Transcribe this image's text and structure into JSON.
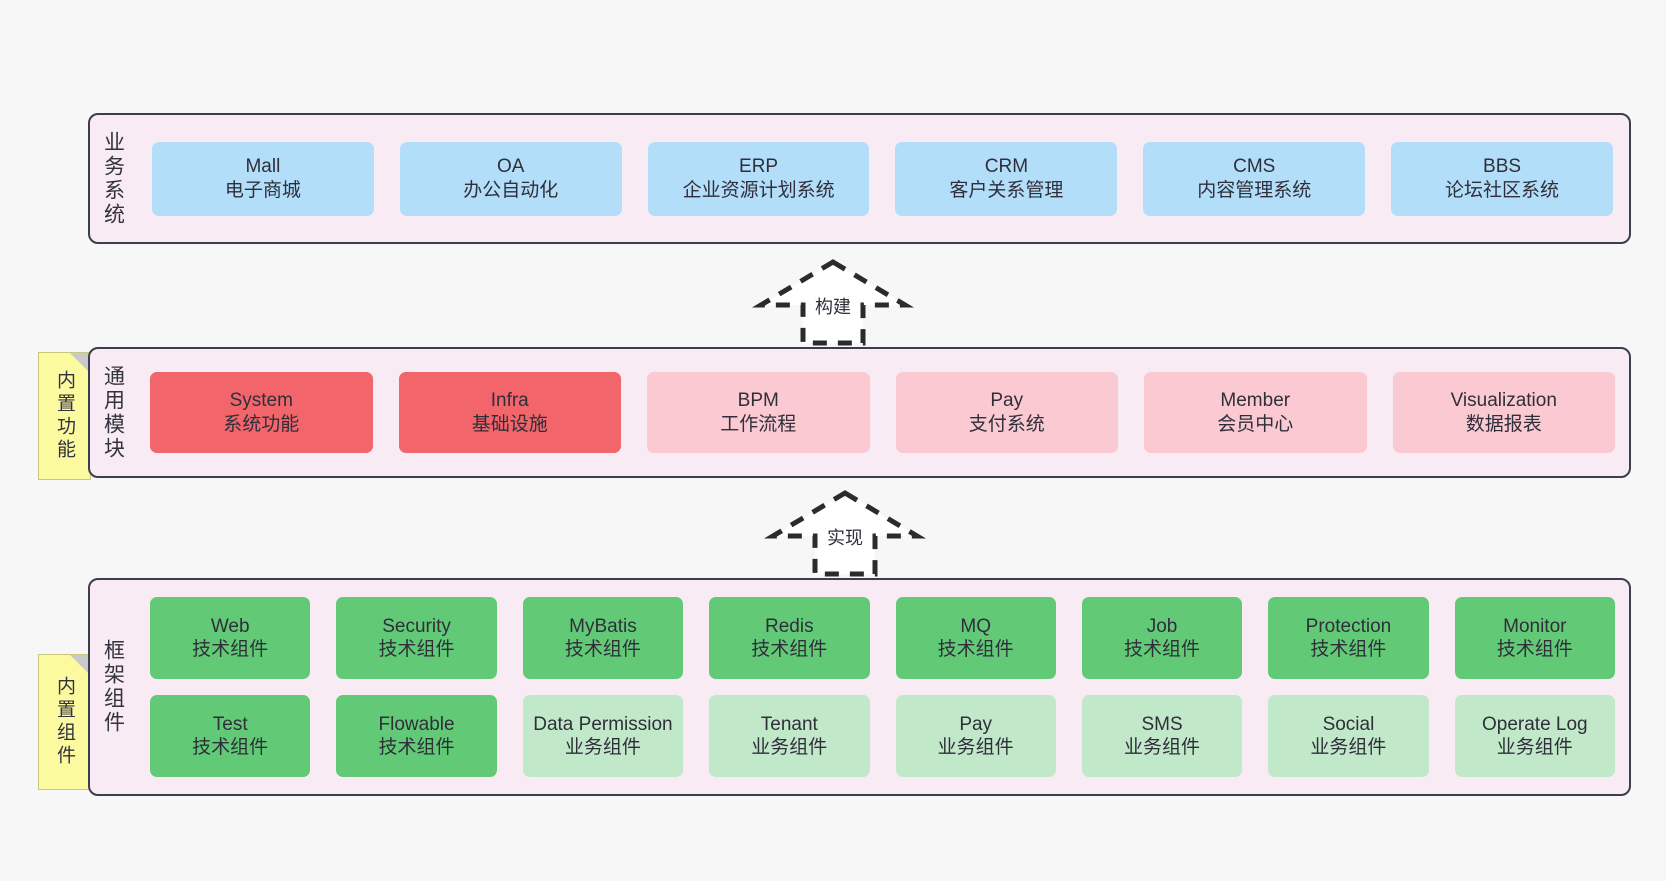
{
  "canvas": {
    "background": "#f7f7f7"
  },
  "palette": {
    "layer_fill": "#f9ebf4",
    "layer_border": "#3d3d4e",
    "blue": "#b3defa",
    "red": "#f2656a",
    "pink": "#fbc9d2",
    "green": "#62ca77",
    "green_light": "#c2e8ca",
    "note_fill": "#fcfa9f",
    "note_fold": "#c9c9c9"
  },
  "layers": [
    {
      "id": "business",
      "title": "业务系统",
      "rows": [
        {
          "cells": [
            {
              "name": "Mall",
              "sub": "电子商城",
              "color": "blue"
            },
            {
              "name": "OA",
              "sub": "办公自动化",
              "color": "blue"
            },
            {
              "name": "ERP",
              "sub": "企业资源计划系统",
              "color": "blue"
            },
            {
              "name": "CRM",
              "sub": "客户关系管理",
              "color": "blue"
            },
            {
              "name": "CMS",
              "sub": "内容管理系统",
              "color": "blue"
            },
            {
              "name": "BBS",
              "sub": "论坛社区系统",
              "color": "blue"
            }
          ]
        }
      ]
    },
    {
      "id": "modules",
      "title": "通用模块",
      "note": "内置功能",
      "rows": [
        {
          "cells": [
            {
              "name": "System",
              "sub": "系统功能",
              "color": "red"
            },
            {
              "name": "Infra",
              "sub": "基础设施",
              "color": "red"
            },
            {
              "name": "BPM",
              "sub": "工作流程",
              "color": "pink"
            },
            {
              "name": "Pay",
              "sub": "支付系统",
              "color": "pink"
            },
            {
              "name": "Member",
              "sub": "会员中心",
              "color": "pink"
            },
            {
              "name": "Visualization",
              "sub": "数据报表",
              "color": "pink"
            }
          ]
        }
      ]
    },
    {
      "id": "framework",
      "title": "框架组件",
      "note": "内置组件",
      "rows": [
        {
          "cells": [
            {
              "name": "Web",
              "sub": "技术组件",
              "color": "green"
            },
            {
              "name": "Security",
              "sub": "技术组件",
              "color": "green"
            },
            {
              "name": "MyBatis",
              "sub": "技术组件",
              "color": "green"
            },
            {
              "name": "Redis",
              "sub": "技术组件",
              "color": "green"
            },
            {
              "name": "MQ",
              "sub": "技术组件",
              "color": "green"
            },
            {
              "name": "Job",
              "sub": "技术组件",
              "color": "green"
            },
            {
              "name": "Protection",
              "sub": "技术组件",
              "color": "green"
            },
            {
              "name": "Monitor",
              "sub": "技术组件",
              "color": "green"
            }
          ]
        },
        {
          "cells": [
            {
              "name": "Test",
              "sub": "技术组件",
              "color": "green"
            },
            {
              "name": "Flowable",
              "sub": "技术组件",
              "color": "green"
            },
            {
              "name": "Data Permission",
              "sub": "业务组件",
              "color": "green_light"
            },
            {
              "name": "Tenant",
              "sub": "业务组件",
              "color": "green_light"
            },
            {
              "name": "Pay",
              "sub": "业务组件",
              "color": "green_light"
            },
            {
              "name": "SMS",
              "sub": "业务组件",
              "color": "green_light"
            },
            {
              "name": "Social",
              "sub": "业务组件",
              "color": "green_light"
            },
            {
              "name": "Operate Log",
              "sub": "业务组件",
              "color": "green_light"
            }
          ]
        }
      ]
    }
  ],
  "connectors": [
    {
      "id": "build",
      "label": "构建",
      "direction": "up",
      "style": "dashed-hollow-arrow",
      "from": "modules",
      "to": "business"
    },
    {
      "id": "impl",
      "label": "实现",
      "direction": "up",
      "style": "dashed-hollow-arrow",
      "from": "framework",
      "to": "modules"
    }
  ]
}
